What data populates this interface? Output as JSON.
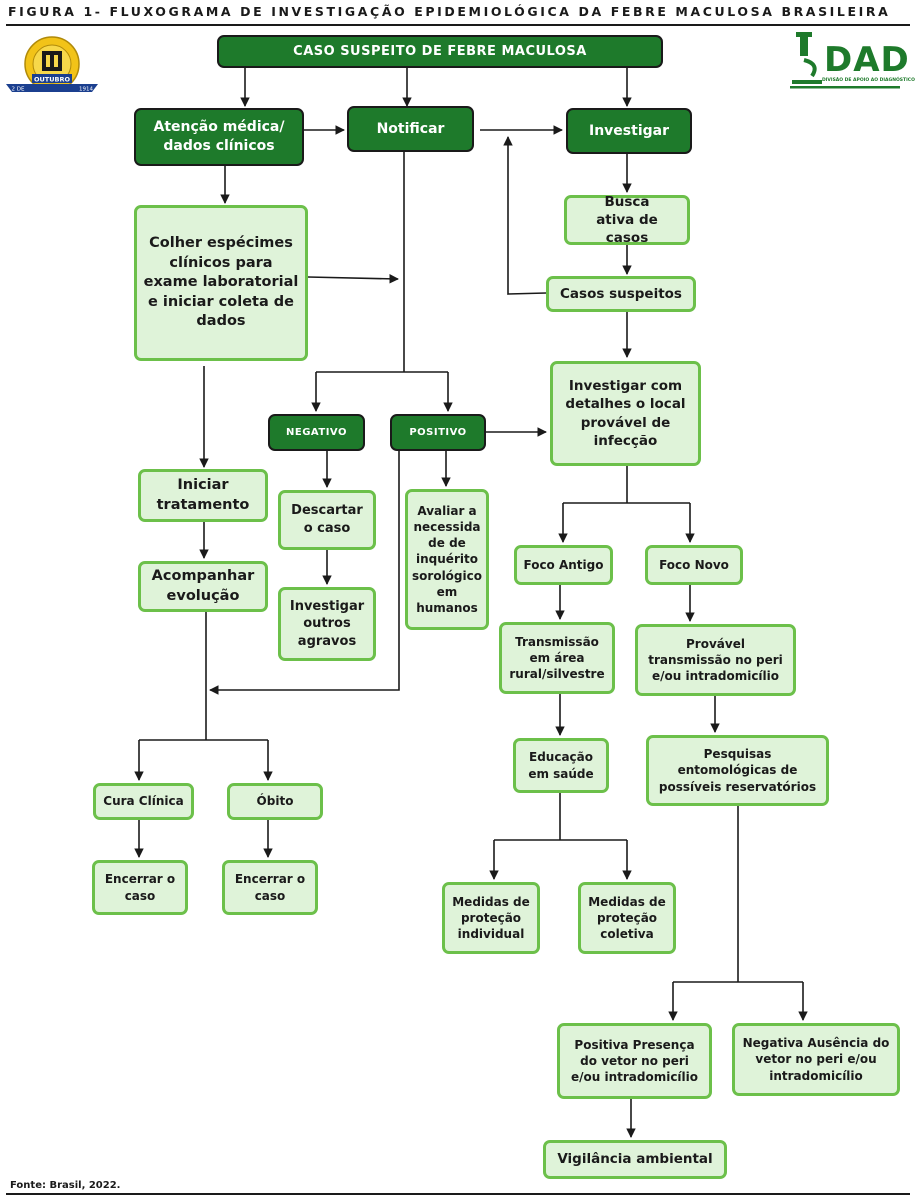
{
  "header": {
    "title": "FIGURA 1- FLUXOGRAMA DE INVESTIGAÇÃO EPIDEMIOLÓGICA DA FEBRE MACULOSA BRASILEIRA"
  },
  "logos": {
    "emblem_banner": "OUTUBRO",
    "emblem_left": "2 DE",
    "emblem_right": "1914",
    "dad_name": "DAD",
    "dad_subtitle": "DIVISÃO DE APOIO AO DIAGNÓSTICO"
  },
  "colors": {
    "dark_green": "#1e7a2b",
    "light_fill": "#dff3d9",
    "light_border": "#6cc04a",
    "line": "#1a1a1a"
  },
  "nodes": {
    "caso_suspeito": "CASO SUSPEITO DE FEBRE MACULOSA",
    "atencao": "Atenção médica/ dados clínicos",
    "notificar": "Notificar",
    "investigar": "Investigar",
    "colher": "Colher espécimes clínicos para exame laboratorial e iniciar coleta de dados",
    "busca_ativa": "Busca ativa de casos",
    "casos_suspeitos": "Casos suspeitos",
    "investigar_detalhes": "Investigar com detalhes o local provável de infecção",
    "negativo": "NEGATIVO",
    "positivo": "POSITIVO",
    "iniciar_tratamento": "Iniciar tratamento",
    "descartar": "Descartar o caso",
    "avaliar": "Avaliar a necessida de de inquérito sorológico em humanos",
    "acompanhar": "Acompanhar evolução",
    "investigar_outros": "Investigar outros agravos",
    "foco_antigo": "Foco Antigo",
    "foco_novo": "Foco Novo",
    "transmissao_rural": "Transmissão em área rural/silvestre",
    "provavel_transmissao": "Provável transmissão no peri e/ou intradomicílio",
    "educacao": "Educação em saúde",
    "pesquisas": "Pesquisas entomológicas de possíveis reservatórios",
    "cura": "Cura Clínica",
    "obito": "Óbito",
    "encerrar1": "Encerrar o caso",
    "encerrar2": "Encerrar o caso",
    "medidas_individual": "Medidas de proteção individual",
    "medidas_coletiva": "Medidas de proteção coletiva",
    "positiva_presenca": "Positiva Presença do vetor no peri e/ou intradomicílio",
    "negativa_ausencia": "Negativa Ausência do vetor no peri e/ou intradomicílio",
    "vigilancia": "Vigilância ambiental"
  },
  "footer": {
    "source": "Fonte: Brasil, 2022."
  }
}
